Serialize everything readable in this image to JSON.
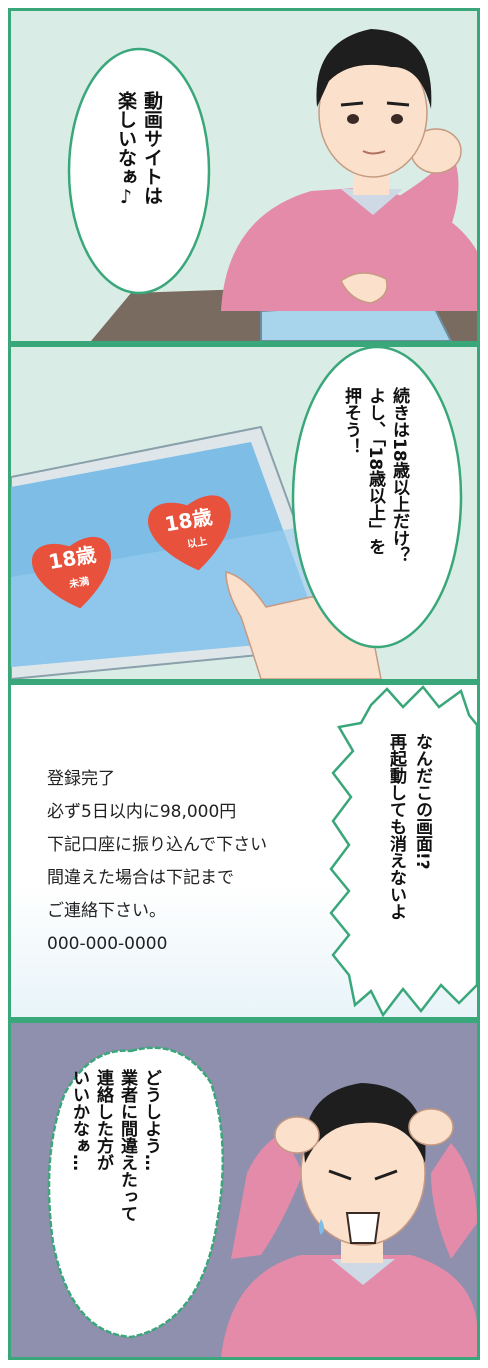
{
  "panel1": {
    "bubble": [
      "動画サイトは",
      "楽しいなぁ♪"
    ]
  },
  "panel2": {
    "bubble": [
      "続きは18歳以上だけ？",
      "よし、「18歳以上」を",
      "押そう！"
    ],
    "button_under18": {
      "main": "18歳",
      "sub": "未満"
    },
    "button_over18": {
      "main": "18歳",
      "sub": "以上"
    }
  },
  "panel3": {
    "screen_message": [
      "登録完了",
      "必ず5日以内に98,000円",
      "下記口座に振り込んで下さい",
      "間違えた場合は下記まで",
      "ご連絡下さい。",
      "000-000-0000"
    ],
    "bubble": [
      "なんだこの画面!?",
      "再起動しても消えないよ"
    ]
  },
  "panel4": {
    "bubble": [
      "どうしよう…",
      "業者に間違えたって",
      "連絡した方が",
      "いいかなぁ…"
    ]
  },
  "colors": {
    "border": "#3aa77b",
    "heart": "#e8513b",
    "sweater": "#e48ba9",
    "screen": "#7dbde6"
  }
}
